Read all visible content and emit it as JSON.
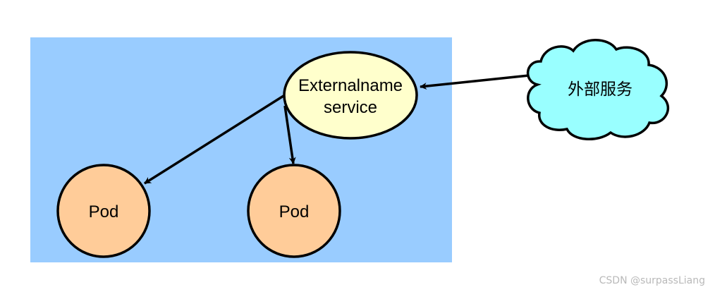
{
  "diagram": {
    "service": {
      "line1": "Externalname",
      "line2": "service"
    },
    "pods": [
      {
        "label": "Pod"
      },
      {
        "label": "Pod"
      }
    ],
    "external": {
      "label": "外部服务"
    }
  },
  "colors": {
    "cluster_bg": "#99ccff",
    "service_fill": "#ffffcc",
    "pod_fill": "#ffcc99",
    "cloud_fill": "#99ffff",
    "stroke": "#000000",
    "watermark": "#b9b9b9"
  },
  "watermark": {
    "text": "CSDN @surpassLiang"
  }
}
